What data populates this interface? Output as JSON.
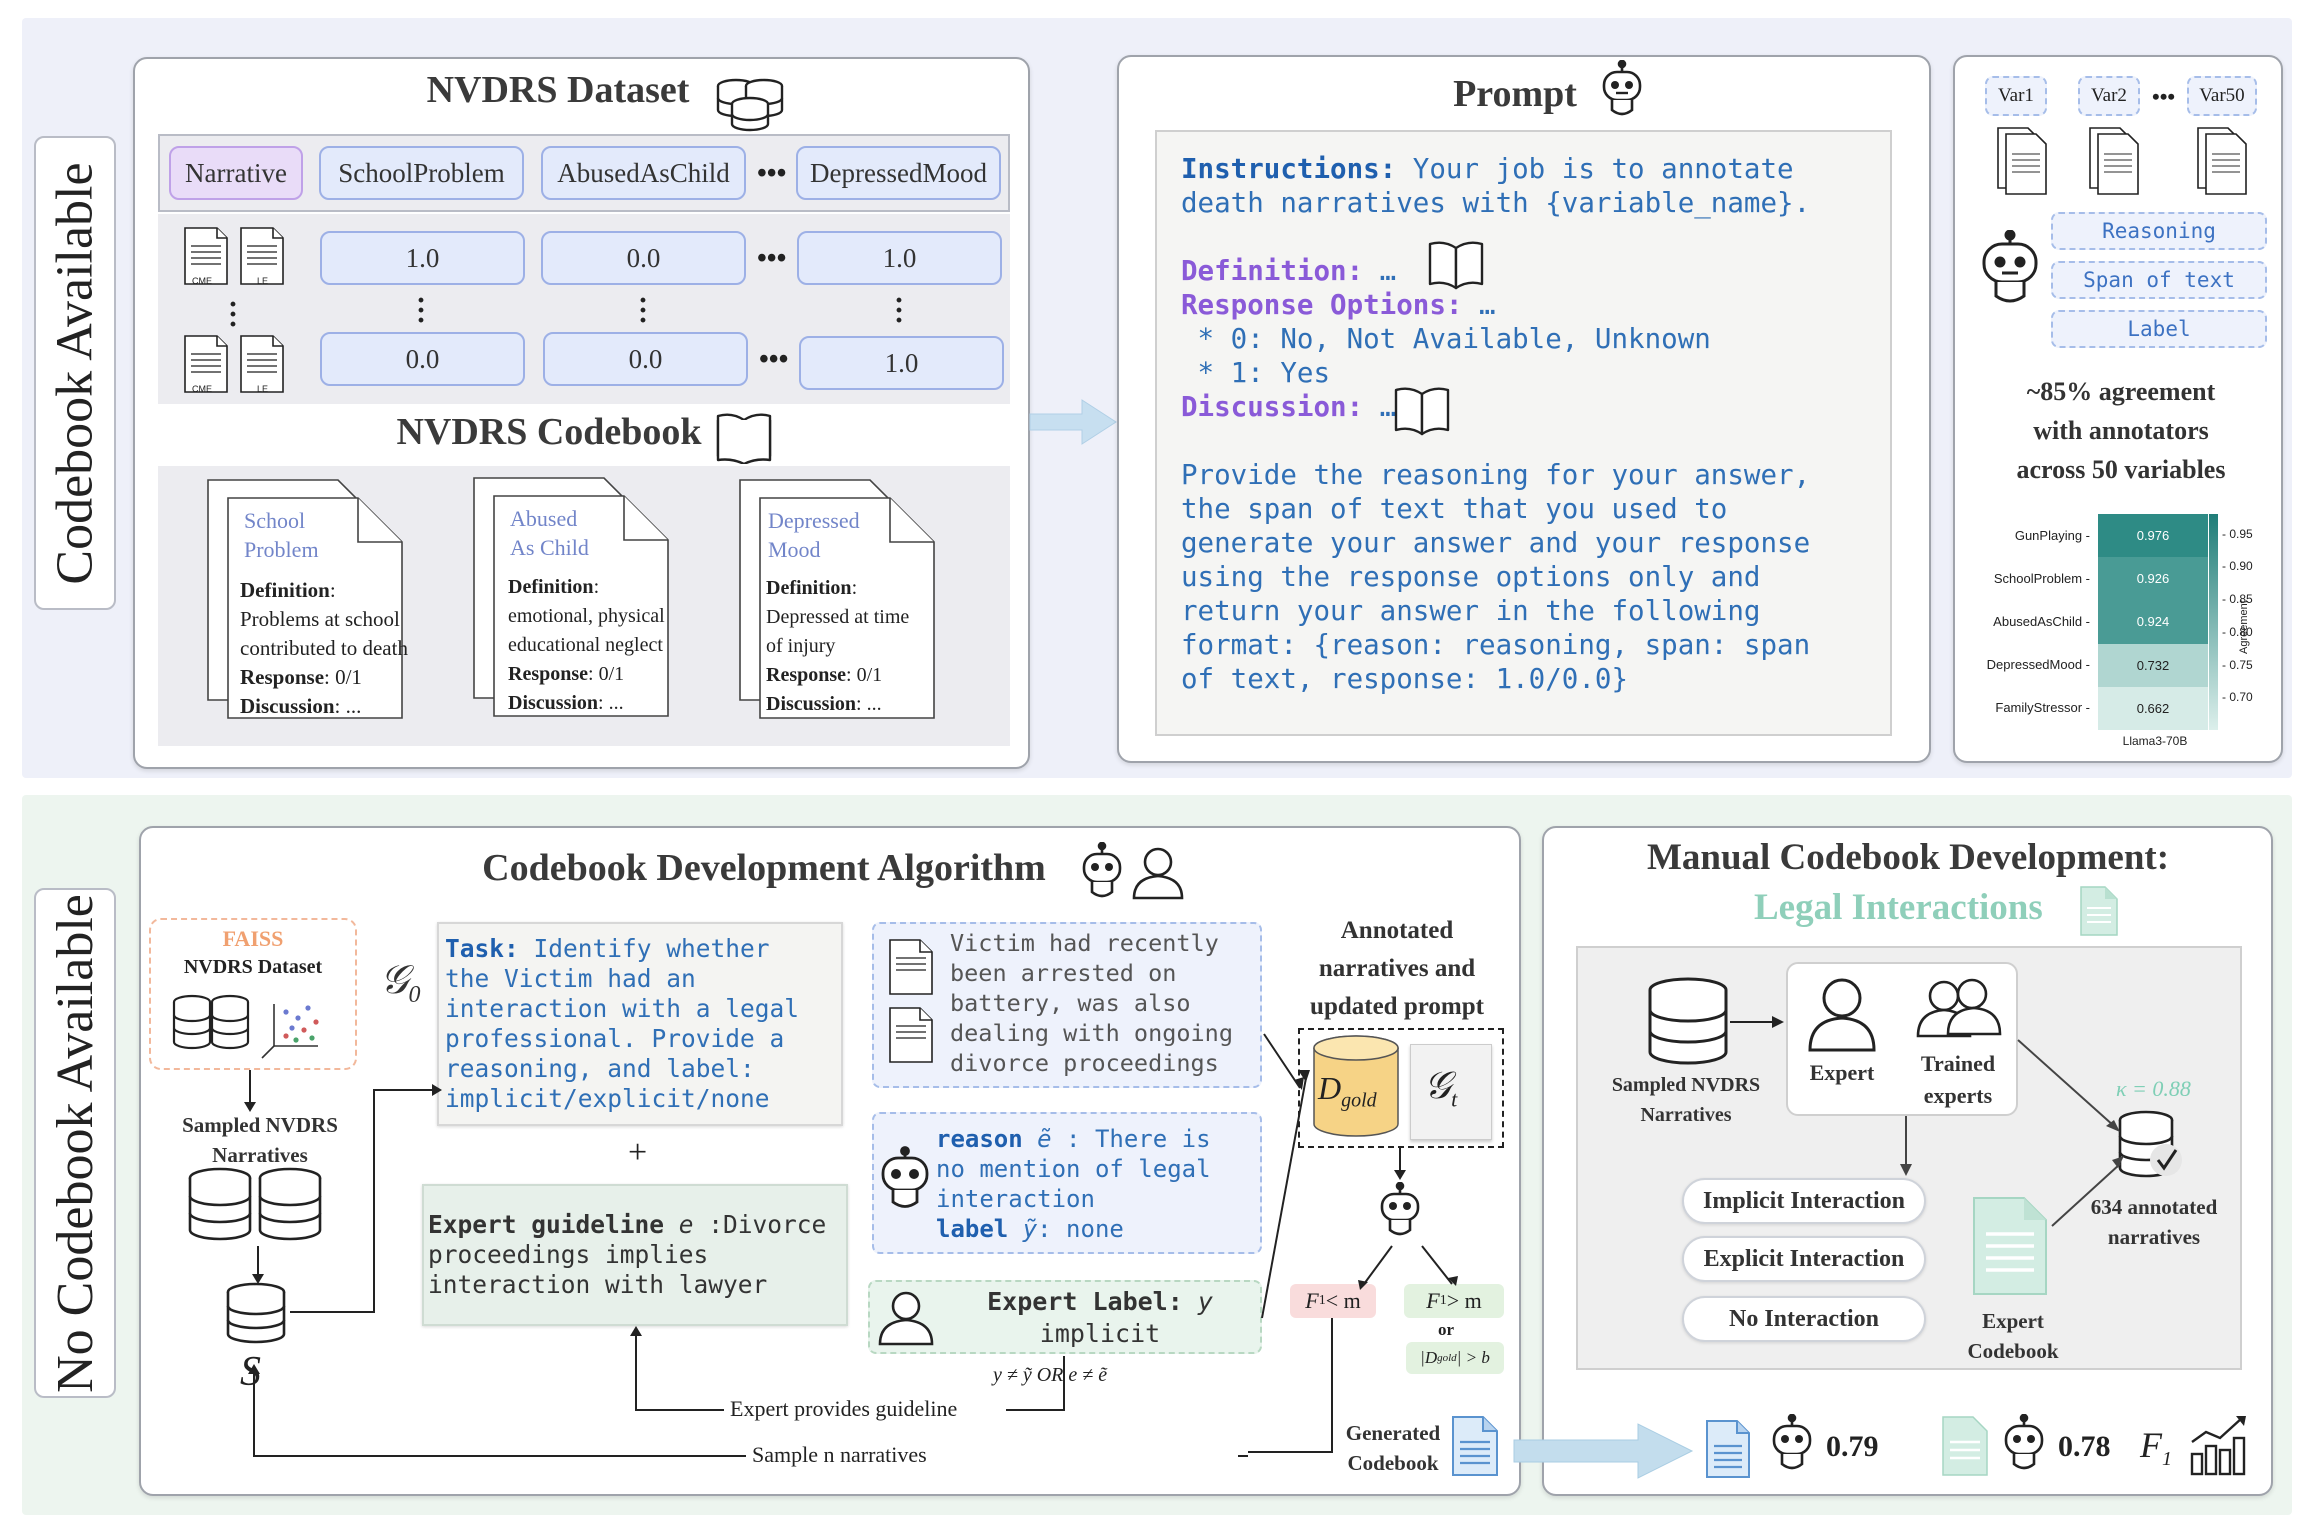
{
  "sections": {
    "top_label": "Codebook Available",
    "bottom_label": "No Codebook Available"
  },
  "dataset": {
    "title": "NVDRS Dataset",
    "columns": [
      "Narrative",
      "SchoolProblem",
      "AbusedAsChild",
      "DepressedMood"
    ],
    "ellipsis": "•••",
    "row1": [
      "1.0",
      "0.0",
      "1.0"
    ],
    "row2": [
      "0.0",
      "0.0",
      "1.0"
    ],
    "doc_labels": [
      "CME",
      "LE"
    ]
  },
  "codebook": {
    "title": "NVDRS Codebook",
    "cards": [
      {
        "name1": "School",
        "name2": "Problem",
        "def_label": "Definition",
        "def1": "Problems at school",
        "def2": "contributed to death",
        "resp_label": "Response",
        "resp": ": 0/1",
        "disc_label": "Discussion",
        "disc": ": ..."
      },
      {
        "name1": "Abused",
        "name2": "As Child",
        "def_label": "Definition",
        "def1": "emotional, physical",
        "def2": "educational neglect",
        "resp_label": "Response",
        "resp": ": 0/1",
        "disc_label": "Discussion",
        "disc": ": ..."
      },
      {
        "name1": "Depressed",
        "name2": "Mood",
        "def_label": "Definition",
        "def1": "Depressed at time",
        "def2": "of injury",
        "resp_label": "Response",
        "resp": ": 0/1",
        "disc_label": "Discussion",
        "disc": ": ..."
      }
    ]
  },
  "prompt": {
    "title": "Prompt",
    "instr_label": "Instructions:",
    "instr1": " Your job is to annotate",
    "instr2": "death narratives with {variable_name}.",
    "def_label": "Definition:",
    "def_val": " …",
    "resp_label": "Response Options:",
    "resp_val": " …",
    "opt0": " * 0: No, Not Available, Unknown",
    "opt1": " * 1: Yes",
    "disc_label": "Discussion:",
    "disc_val": " …",
    "body": [
      "Provide the reasoning for your answer,",
      "the span of text that you used to",
      "generate your answer and your response",
      "using the response options only and",
      "return your answer in the following",
      "format: {reason: reasoning, span: span",
      "of text, response: 1.0/0.0}"
    ]
  },
  "results": {
    "vars": [
      "Var1",
      "Var2",
      "Var50"
    ],
    "ellipsis": "•••",
    "outputs": [
      "Reasoning",
      "Span of text",
      "Label"
    ],
    "agreement": [
      "~85% agreement",
      "with annotators",
      "across 50 variables"
    ]
  },
  "chart_data": {
    "type": "heatmap",
    "rows": [
      "GunPlaying",
      "SchoolProblem",
      "AbusedAsChild",
      "DepressedMood",
      "FamilyStressor"
    ],
    "columns": [
      "Llama3-70B"
    ],
    "values": [
      0.976,
      0.926,
      0.924,
      0.732,
      0.662
    ],
    "value_labels": [
      "0.976",
      "0.926",
      "0.924",
      "0.732",
      "0.662"
    ],
    "colorbar_label": "Agreement",
    "colorbar_ticks": [
      "0.95",
      "0.90",
      "0.85",
      "0.80",
      "0.75",
      "0.70"
    ],
    "colors": {
      "high": "#2c8a84",
      "low": "#d9ece9"
    }
  },
  "algorithm": {
    "title": "Codebook Development Algorithm",
    "faiss": "FAISS",
    "dataset_label": "NVDRS Dataset",
    "sampled_label1": "Sampled NVDRS",
    "sampled_label2": "Narratives",
    "s_symbol": "S",
    "g0": "𝒢",
    "g0_sub": "0",
    "task_label": "Task:",
    "task_lines": [
      " Identify whether",
      "the Victim had an",
      "interaction with a legal",
      "professional. Provide a",
      "reasoning, and label:",
      "implicit/explicit/none"
    ],
    "plus": "+",
    "guide_label": "Expert guideline",
    "guide_sym": " e",
    "guide_rest": " :Divorce",
    "guide_lines": [
      "proceedings implies",
      "interaction with lawyer"
    ],
    "narr_lines": [
      "Victim had recently",
      "been arrested on",
      "battery, was also",
      "dealing with ongoing",
      "divorce proceedings"
    ],
    "reason_label": "reason",
    "reason_sym": " ẽ",
    "reason_rest": " : There is",
    "reason_lines": [
      "no mention of legal",
      "interaction"
    ],
    "label_label": "label",
    "label_sym": " ỹ",
    "label_rest": ": none",
    "expert_label": "Expert Label:",
    "expert_sym": " y",
    "expert_val": "implicit",
    "cond": "y ≠ ỹ OR e ≠ ẽ",
    "annot_title": [
      "Annotated",
      "narratives and",
      "updated prompt"
    ],
    "dgold": "D",
    "dgold_sub": "gold",
    "gt": "𝒢",
    "gt_sub": "t",
    "f1_lt": "F",
    "f1_lt_rest": " < m",
    "f1_gt": "F",
    "f1_gt_rest": " > m",
    "or": "or",
    "dgold_cond": "|D",
    "dgold_cond_sub": "gold",
    "dgold_cond_rest": "| > b",
    "expert_provides": "Expert provides guideline",
    "sample_n": "Sample n narratives",
    "generated": [
      "Generated",
      "Codebook"
    ]
  },
  "manual": {
    "title": "Manual Codebook Development:",
    "subtitle": "Legal Interactions",
    "sampled": [
      "Sampled NVDRS",
      "Narratives"
    ],
    "expert": "Expert",
    "trained": [
      "Trained",
      "experts"
    ],
    "classes": [
      "Implicit Interaction",
      "Explicit Interaction",
      "No Interaction"
    ],
    "kappa": "κ = 0.88",
    "annotated": [
      "634 annotated",
      "narratives"
    ],
    "expert_codebook": [
      "Expert",
      "Codebook"
    ]
  },
  "scores": {
    "generated_score": "0.79",
    "manual_score": "0.78",
    "f1_label": "F",
    "f1_sub": "1"
  }
}
